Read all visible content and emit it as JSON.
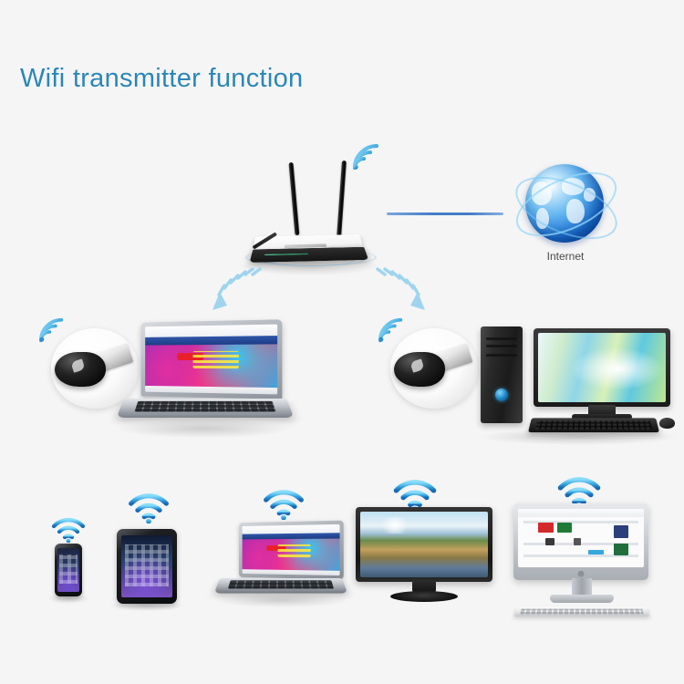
{
  "page": {
    "title": "Wifi transmitter function",
    "background_color": "#f5f5f5",
    "title_color": "#2b86b8"
  },
  "nodes": {
    "router": {
      "name": "wireless-router",
      "antenna_count": 2,
      "wifi_icon": "wifi-signal-icon"
    },
    "internet": {
      "label": "Internet",
      "icon": "globe-icon",
      "label_color": "#4a4a4a"
    },
    "link_router_internet": {
      "name": "ethernet-line",
      "color": "#2f6fc4"
    }
  },
  "adapters": [
    {
      "id": "usb-adapter-left",
      "name": "usb-wifi-adapter",
      "wifi_icon": "wifi-signal-icon"
    },
    {
      "id": "usb-adapter-right",
      "name": "usb-wifi-adapter",
      "wifi_icon": "wifi-signal-icon"
    }
  ],
  "clients_top": [
    {
      "id": "laptop-left",
      "name": "laptop-computer",
      "screen": "shopping-website"
    },
    {
      "id": "desktop-right",
      "name": "desktop-computer",
      "screen": "abstract-wallpaper",
      "parts": [
        "tower",
        "monitor",
        "keyboard",
        "mouse"
      ]
    }
  ],
  "clients_bottom": [
    {
      "id": "smartphone",
      "name": "smartphone",
      "wifi_icon": "wifi-signal-icon"
    },
    {
      "id": "tablet",
      "name": "tablet",
      "wifi_icon": "wifi-signal-icon"
    },
    {
      "id": "laptop-bottom",
      "name": "laptop-computer",
      "wifi_icon": "wifi-signal-icon"
    },
    {
      "id": "monitor-tv",
      "name": "lcd-monitor",
      "wifi_icon": "wifi-signal-icon"
    },
    {
      "id": "imac",
      "name": "all-in-one-computer",
      "wifi_icon": "wifi-signal-icon"
    }
  ],
  "arrows": [
    {
      "id": "arrow-to-laptop",
      "name": "chevron-arrow-down-left",
      "direction": "down-left",
      "color": "#9fd4ef"
    },
    {
      "id": "arrow-to-desktop",
      "name": "chevron-arrow-down-right",
      "direction": "down-right",
      "color": "#9fd4ef"
    }
  ],
  "colors": {
    "wifi_icon_light": "#7fd6f5",
    "wifi_icon_dark": "#1c6fb8",
    "arrow": "#9fd4ef",
    "line": "#2f6fc4"
  }
}
